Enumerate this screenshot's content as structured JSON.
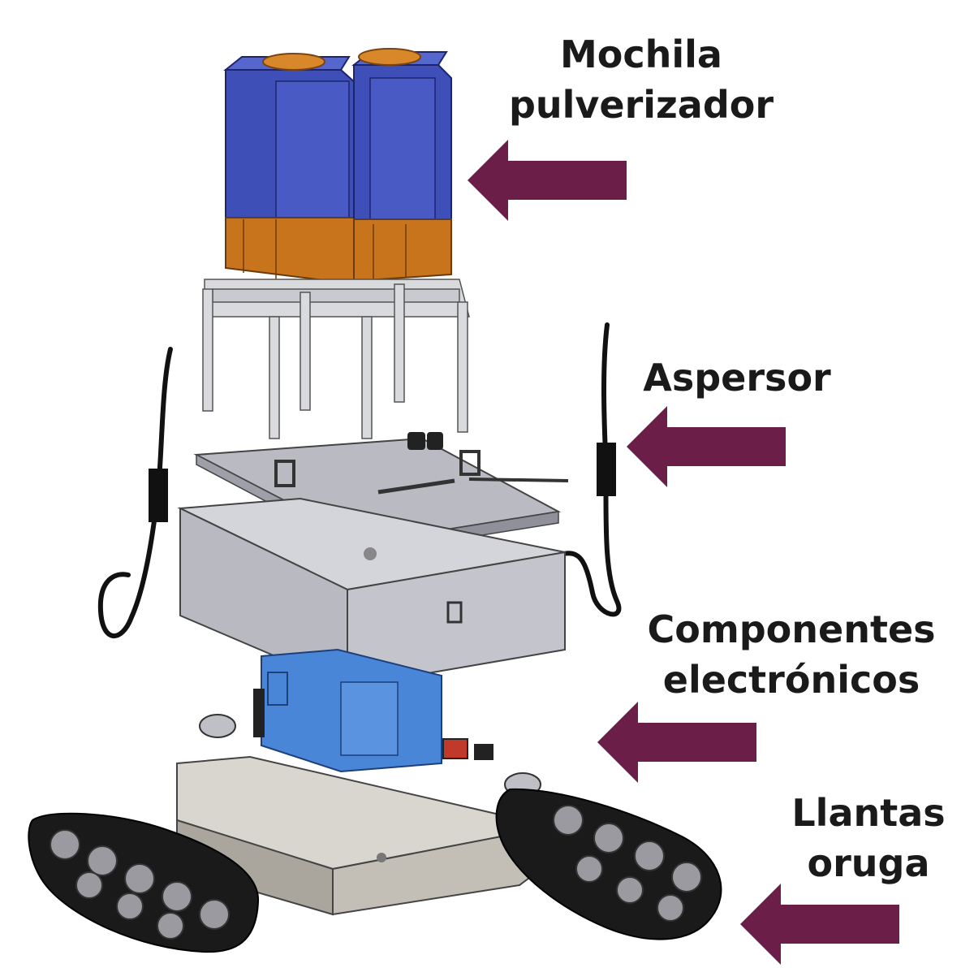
{
  "colors": {
    "arrow": "#6b1e48",
    "tank_blue": "#3f4fb8",
    "tank_orange": "#c8741c",
    "metal": "#c6c7cc",
    "battery_blue": "#4a86d8",
    "track_black": "#1a1a1a",
    "label_text": "#1a1a1a"
  },
  "components": [
    {
      "id": "mochila",
      "lines": [
        "Mochila",
        "pulverizador"
      ],
      "target": "tank-pair"
    },
    {
      "id": "aspersor",
      "lines": [
        "Aspersor"
      ],
      "target": "spray-hoses"
    },
    {
      "id": "componentes",
      "lines": [
        "Componentes",
        "electrónicos"
      ],
      "target": "electronics-box"
    },
    {
      "id": "llantas",
      "lines": [
        "Llantas",
        "oruga"
      ],
      "target": "tracks"
    }
  ],
  "icons": [
    "left-arrow-icon"
  ]
}
